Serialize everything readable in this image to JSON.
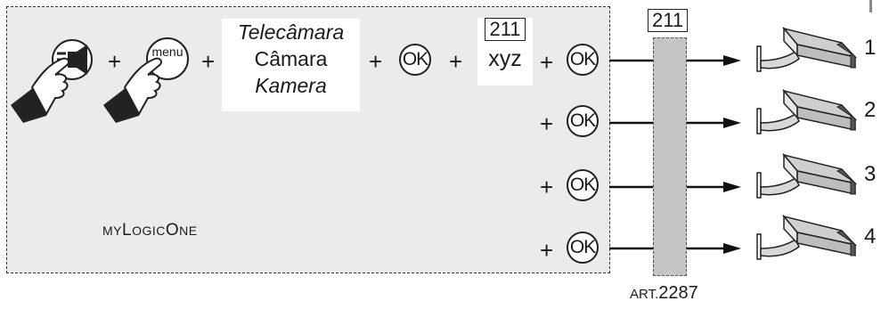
{
  "main_panel": {
    "brand": {
      "prefix": "my",
      "word1_cap": "L",
      "word1_rest": "ogic",
      "word2_cap": "O",
      "word2_rest": "ne"
    },
    "sequence": {
      "plus": "+",
      "menu_label": "menu",
      "languages": [
        "Telecâmara",
        "Câmara",
        "Kamera"
      ],
      "ok_label": "OK",
      "code": "211",
      "code_value": "xyz"
    }
  },
  "bus": {
    "code": "211",
    "article": {
      "prefix": "ART.",
      "number": "2287"
    }
  },
  "cameras": [
    {
      "number": "1"
    },
    {
      "number": "2"
    },
    {
      "number": "3"
    },
    {
      "number": "4"
    }
  ],
  "colors": {
    "panel": "#ebebeb",
    "bus": "#c4c4c4",
    "ink": "#1a1a1a",
    "camera": "#d8d8d8"
  }
}
